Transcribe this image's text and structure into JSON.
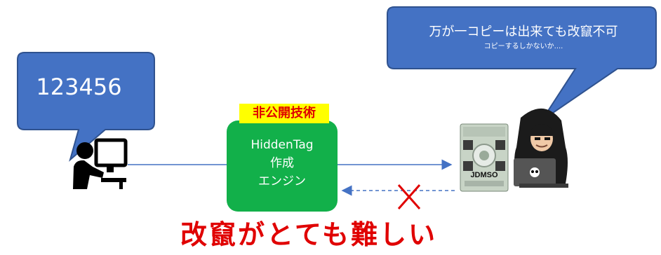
{
  "user_bubble": {
    "text": "123456"
  },
  "attacker_bubble": {
    "main": "万が一コピーは出来ても改竄不可",
    "sub": "コピーするしかないか...."
  },
  "engine": {
    "badge": "非公開技術",
    "lines": [
      "HiddenTag",
      "作成",
      "エンジン"
    ]
  },
  "tag_image": {
    "code_text": "JDMSO"
  },
  "footer": {
    "caption": "改竄がとても難しい"
  },
  "colors": {
    "bubble": "#4472c4",
    "bubble_border": "#2f528f",
    "engine": "#12b04a",
    "badge_bg": "#ffff00",
    "alert": "#e00000",
    "arrow": "#4472c4"
  },
  "icons": [
    "user-computer-icon",
    "hacker-icon",
    "cross-icon",
    "hiddentag-sticker-icon"
  ]
}
